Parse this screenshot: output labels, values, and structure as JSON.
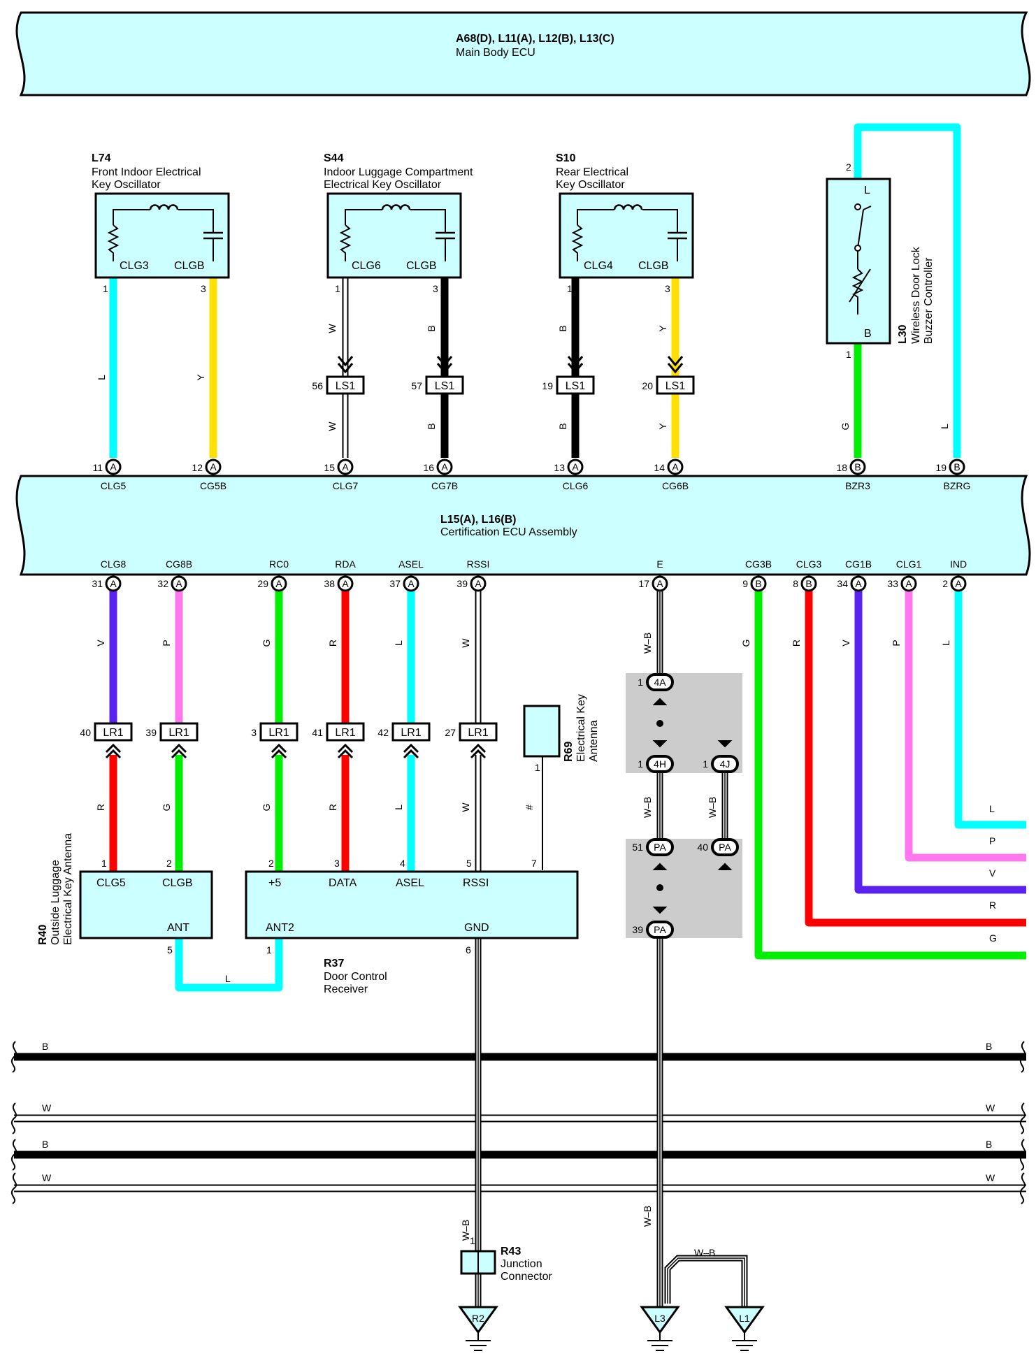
{
  "colors": {
    "L": "#00ffff",
    "Y": "#ffe000",
    "W": "#ffffff",
    "B": "#000000",
    "G": "#00ee00",
    "V": "#5a22ee",
    "P": "#ff77ee",
    "R": "#ff0000",
    "component_fill": "#ccffff",
    "splice_box": "#cccccc"
  },
  "main_body_ecu": {
    "code": "A68(D), L11(A), L12(B), L13(C)",
    "name": "Main Body ECU"
  },
  "cert_ecu": {
    "code": "L15(A), L16(B)",
    "name": "Certification ECU Assembly"
  },
  "oscillators": [
    {
      "code": "L74",
      "name_line1": "Front Indoor Electrical",
      "name_line2": "Key Oscillator",
      "pin_left": "CLG3",
      "pin_right": "CLGB",
      "num_left": "1",
      "num_right": "3"
    },
    {
      "code": "S44",
      "name_line1": "Indoor Luggage Compartment",
      "name_line2": "Electrical Key Oscillator",
      "pin_left": "CLG6",
      "pin_right": "CLGB",
      "num_left": "1",
      "num_right": "3"
    },
    {
      "code": "S10",
      "name_line1": "Rear Electrical",
      "name_line2": "Key Oscillator",
      "pin_left": "CLG4",
      "pin_right": "CLGB",
      "num_left": "1",
      "num_right": "3"
    }
  ],
  "buzzer": {
    "code": "L30",
    "name_line1": "Wireless Door Lock",
    "name_line2": "Buzzer Controller",
    "pin_top": "L",
    "pin_bottom": "B",
    "num_top": "2",
    "num_bottom": "1"
  },
  "top_terminals": [
    {
      "num": "11",
      "conn": "A",
      "name": "CLG5",
      "wire": "L"
    },
    {
      "num": "12",
      "conn": "A",
      "name": "CG5B",
      "wire": "Y"
    },
    {
      "num": "15",
      "conn": "A",
      "name": "CLG7",
      "wire": "W"
    },
    {
      "num": "16",
      "conn": "A",
      "name": "CG7B",
      "wire": "B"
    },
    {
      "num": "13",
      "conn": "A",
      "name": "CLG6",
      "wire": "B"
    },
    {
      "num": "14",
      "conn": "A",
      "name": "CG6B",
      "wire": "Y"
    },
    {
      "num": "18",
      "conn": "B",
      "name": "BZR3",
      "wire": "G"
    },
    {
      "num": "19",
      "conn": "B",
      "name": "BZRG",
      "wire": "L"
    }
  ],
  "ls1_connectors": [
    {
      "num": "56",
      "label": "LS1"
    },
    {
      "num": "57",
      "label": "LS1"
    },
    {
      "num": "19",
      "label": "LS1"
    },
    {
      "num": "20",
      "label": "LS1"
    }
  ],
  "bottom_terminals": [
    {
      "num": "31",
      "conn": "A",
      "name": "CLG8",
      "wire": "V"
    },
    {
      "num": "32",
      "conn": "A",
      "name": "CG8B",
      "wire": "P"
    },
    {
      "num": "29",
      "conn": "A",
      "name": "RC0",
      "wire": "G"
    },
    {
      "num": "38",
      "conn": "A",
      "name": "RDA",
      "wire": "R"
    },
    {
      "num": "37",
      "conn": "A",
      "name": "ASEL",
      "wire": "L"
    },
    {
      "num": "39",
      "conn": "A",
      "name": "RSSI",
      "wire": "W"
    },
    {
      "num": "17",
      "conn": "A",
      "name": "E",
      "wire": "W–B"
    },
    {
      "num": "9",
      "conn": "B",
      "name": "CG3B",
      "wire": "G"
    },
    {
      "num": "8",
      "conn": "B",
      "name": "CLG3",
      "wire": "R"
    },
    {
      "num": "34",
      "conn": "A",
      "name": "CG1B",
      "wire": "V"
    },
    {
      "num": "33",
      "conn": "A",
      "name": "CLG1",
      "wire": "P"
    },
    {
      "num": "2",
      "conn": "A",
      "name": "IND",
      "wire": "L"
    }
  ],
  "lr1_connectors": [
    {
      "num": "40",
      "label": "LR1",
      "wire_below": "R"
    },
    {
      "num": "39",
      "label": "LR1",
      "wire_below": "G"
    },
    {
      "num": "3",
      "label": "LR1",
      "wire_below": "G"
    },
    {
      "num": "41",
      "label": "LR1",
      "wire_below": "R"
    },
    {
      "num": "42",
      "label": "LR1",
      "wire_below": "L"
    },
    {
      "num": "27",
      "label": "LR1",
      "wire_below": "W"
    }
  ],
  "r69": {
    "code": "R69",
    "name_line1": "Electrical Key",
    "name_line2": "Antenna",
    "pin": "1",
    "wire": "#"
  },
  "r40": {
    "code": "R40",
    "name_line1": "Outside Luggage",
    "name_line2": "Electrical Key Antenna",
    "pins": [
      "CLG5",
      "CLGB",
      "ANT"
    ],
    "nums": [
      "1",
      "2",
      "5"
    ]
  },
  "r37": {
    "code": "R37",
    "name_line1": "Door Control",
    "name_line2": "Receiver",
    "pins_top": [
      "+5",
      "DATA",
      "ASEL",
      "RSSI"
    ],
    "nums_top": [
      "2",
      "3",
      "4",
      "5",
      "7"
    ],
    "pins_bottom": [
      "ANT2",
      "GND"
    ],
    "nums_bottom": [
      "1",
      "6"
    ],
    "link_wire": "L"
  },
  "splices": [
    {
      "num": "1",
      "label": "4A"
    },
    {
      "num": "1",
      "label": "4H"
    },
    {
      "num": "1",
      "label": "4J"
    },
    {
      "num": "51",
      "label": "PA"
    },
    {
      "num": "40",
      "label": "PA"
    },
    {
      "num": "39",
      "label": "PA"
    }
  ],
  "right_bus_labels": [
    "L",
    "P",
    "V",
    "R",
    "G"
  ],
  "ground_bus_labels": [
    "B",
    "W",
    "B",
    "W"
  ],
  "r43": {
    "code": "R43",
    "name_line1": "Junction",
    "name_line2": "Connector",
    "pin": "1"
  },
  "grounds": [
    "R2",
    "L3",
    "L1"
  ],
  "wb": "W–B"
}
